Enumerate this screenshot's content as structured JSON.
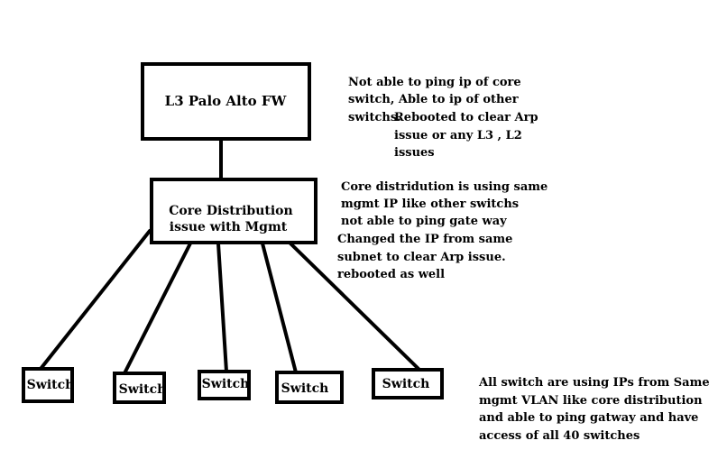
{
  "firewall": {
    "label": "L3 Palo Alto FW"
  },
  "core": {
    "line1": "Core Distribution",
    "line2": "issue with Mgmt"
  },
  "switches": [
    "Switch",
    "Switch",
    "Switch",
    "Switch",
    "Switch"
  ],
  "note_firewall": [
    "Not able to ping ip of core",
    "switch, Able to ip of other",
    "switchs.",
    "Rebooted to clear Arp",
    "issue or any L3 , L2",
    "issues"
  ],
  "note_core": [
    "Core distridution is using same",
    "mgmt IP like other switchs",
    "not able to ping gate way",
    "Changed the IP from same",
    "subnet to clear Arp issue.",
    "rebooted as well"
  ],
  "note_switches": [
    "All switch are using IPs from Same",
    "mgmt VLAN like core distribution",
    "and able to ping gatway and have",
    "access of all 40 switches"
  ]
}
